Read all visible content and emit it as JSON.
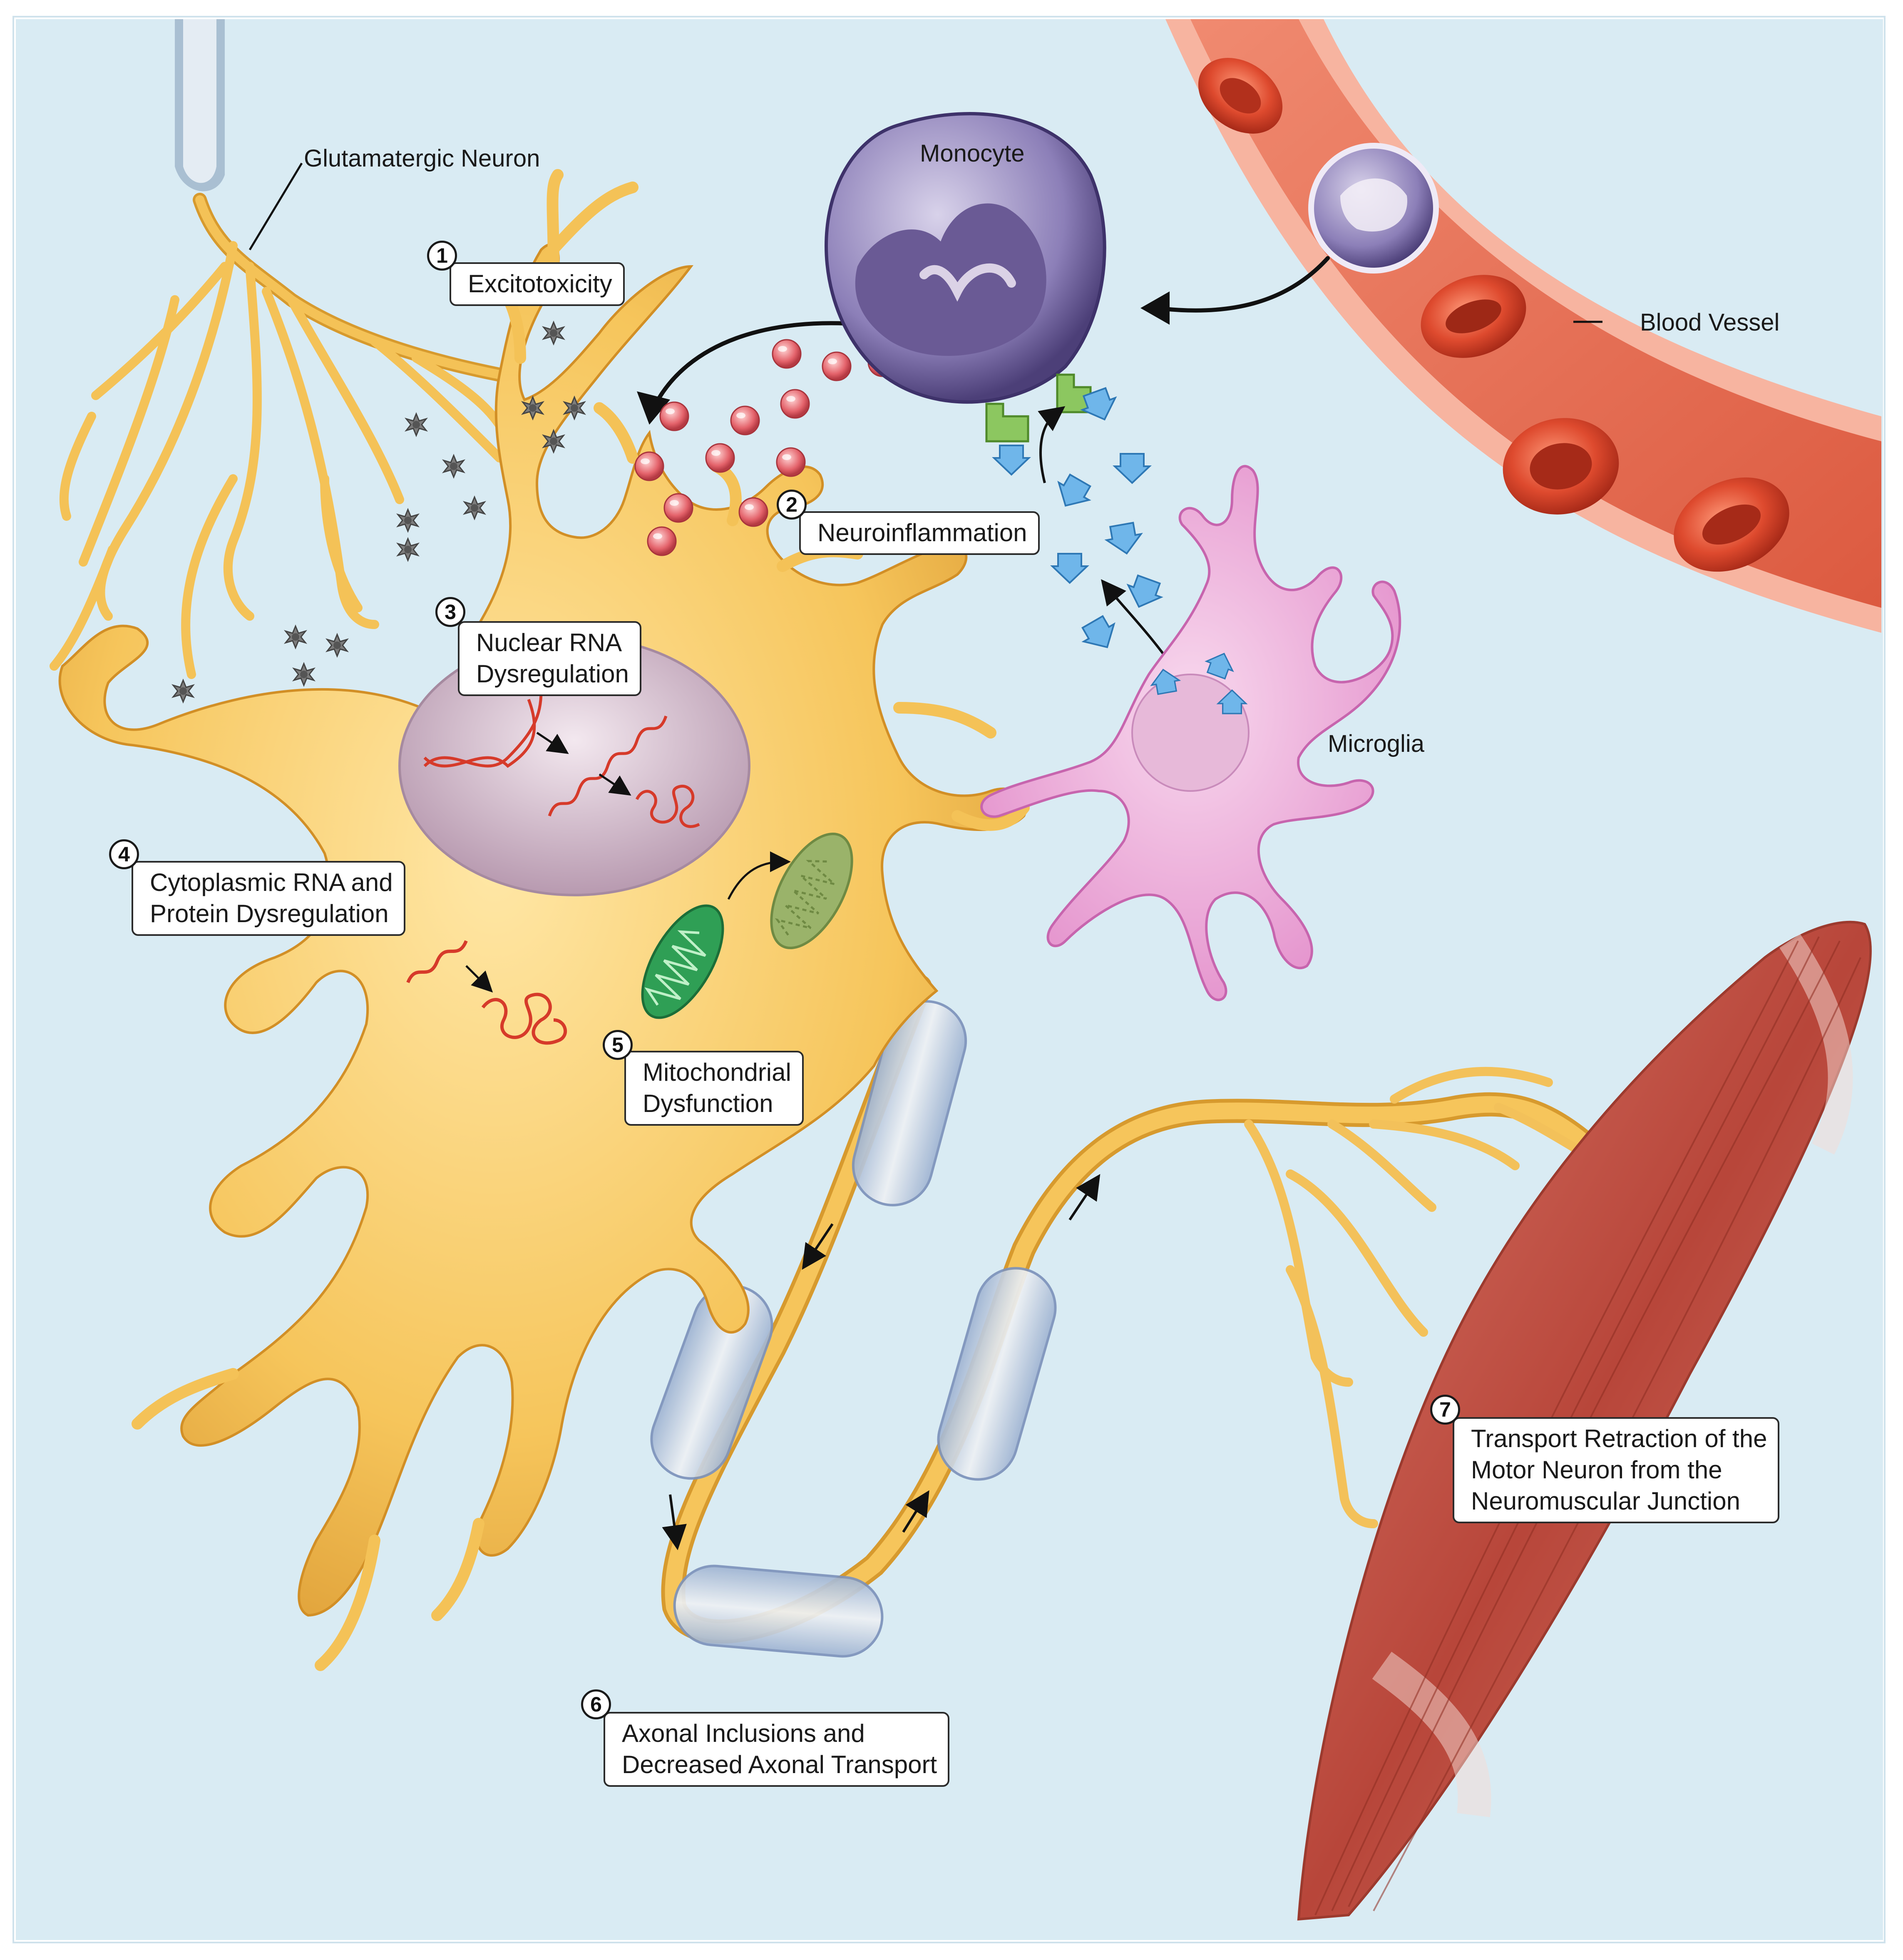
{
  "labels": {
    "glutamatergic_neuron": "Glutamatergic Neuron",
    "monocyte": "Monocyte",
    "blood_vessel": "Blood Vessel",
    "microglia": "Microglia"
  },
  "steps": [
    {
      "number": "1",
      "lines": [
        "Excitotoxicity"
      ]
    },
    {
      "number": "2",
      "lines": [
        "Neuroinflammation"
      ]
    },
    {
      "number": "3",
      "lines": [
        "Nuclear RNA",
        "Dysregulation"
      ]
    },
    {
      "number": "4",
      "lines": [
        "Cytoplasmic RNA and",
        "Protein Dysregulation"
      ]
    },
    {
      "number": "5",
      "lines": [
        "Mitochondrial",
        "Dysfunction"
      ]
    },
    {
      "number": "6",
      "lines": [
        "Axonal Inclusions and",
        "Decreased Axonal Transport"
      ]
    },
    {
      "number": "7",
      "lines": [
        "Transport Retraction of the",
        "Motor Neuron from the",
        "Neuromuscular Junction"
      ]
    }
  ],
  "colors": {
    "background": "#d9ebf3",
    "neuron": "#f4c257",
    "neuron_edge": "#d79a2e",
    "nucleus": "#cdb3c6",
    "monocyte": "#6b5a92",
    "microglia": "#eba9d6",
    "vessel": "#e8705a",
    "rbc": "#d8402c",
    "myelin": "#c4d3e6",
    "muscle": "#c0503e",
    "cytokine": "#e46a72",
    "glutamate": "#8a8a8a",
    "rna": "#d63a2a",
    "mitochondria_healthy": "#2f9f55",
    "mitochondria_damaged": "#9ab36a",
    "signal_arrow": "#5aa8e0",
    "receptor": "#8cc760"
  }
}
